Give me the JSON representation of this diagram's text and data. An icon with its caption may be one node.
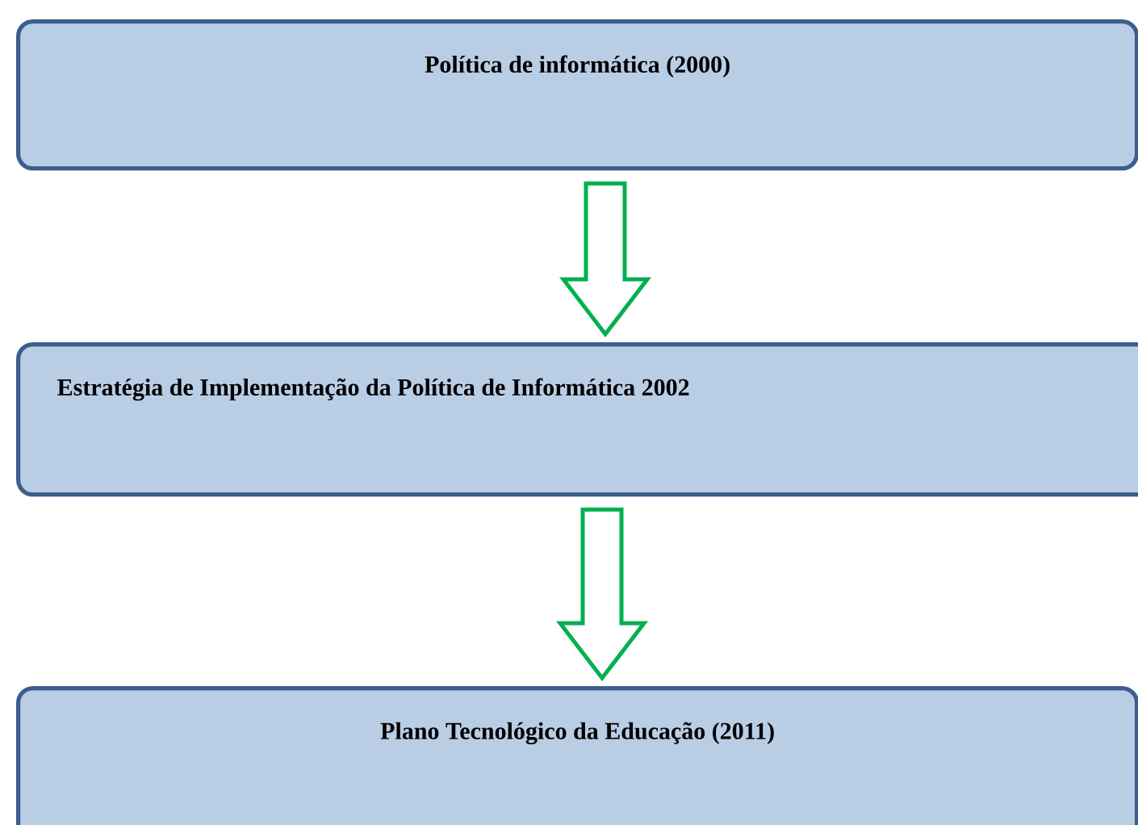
{
  "diagram": {
    "nodes": [
      {
        "text": [
          "Política de informática (2000)"
        ]
      },
      {
        "text": [
          "Estratégia de Implementação da Política de Informática 2002"
        ]
      },
      {
        "text": [
          "Plano Tecnológico da Educação (2011)"
        ]
      }
    ],
    "edges": [
      {
        "from": 0,
        "to": 1,
        "arrow": "to"
      },
      {
        "from": 1,
        "to": 2,
        "arrow": "to"
      }
    ]
  }
}
